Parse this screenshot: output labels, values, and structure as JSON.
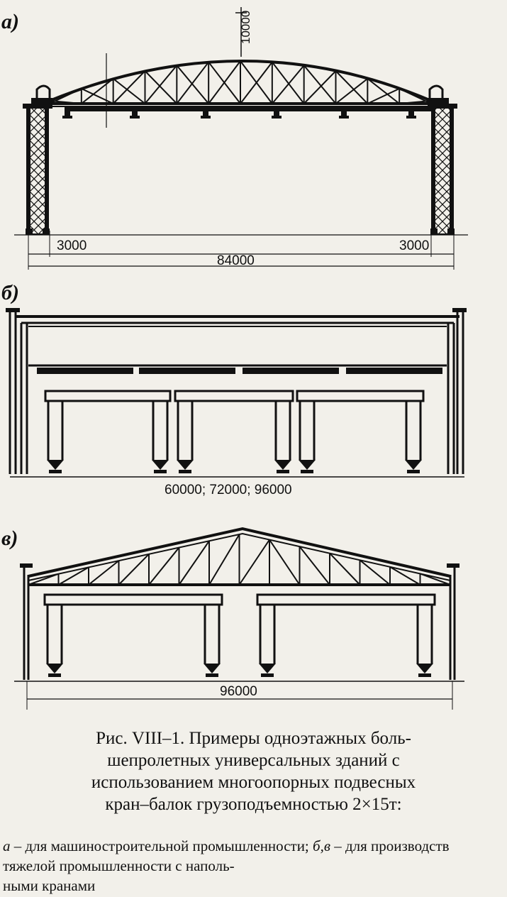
{
  "panels": [
    {
      "id": "a",
      "label": "а)",
      "dims": {
        "left": "3000",
        "span": "84000",
        "right": "3000",
        "height": "10000"
      }
    },
    {
      "id": "b",
      "label": "б)",
      "dims": {
        "span": "60000; 72000; 96000"
      }
    },
    {
      "id": "v",
      "label": "в)",
      "dims": {
        "span": "96000"
      }
    }
  ],
  "caption": {
    "lines": [
      "Рис. VIII–1. Примеры одноэтажных боль-",
      "шепролетных универсальных зданий с",
      "использованием многоопорных подвесных",
      "кран–балок грузоподъемностью 2×15т:"
    ],
    "notes": {
      "a_letter": "а",
      "a_text": " – для машиностроительной промышленности; ",
      "bv_letter": "б,в",
      "bv_text": " – для производств тяжелой промышленности с наполь-",
      "last_line": "ными кранами"
    }
  },
  "colors": {
    "ink": "#111111",
    "paper": "#f2f0ea"
  }
}
